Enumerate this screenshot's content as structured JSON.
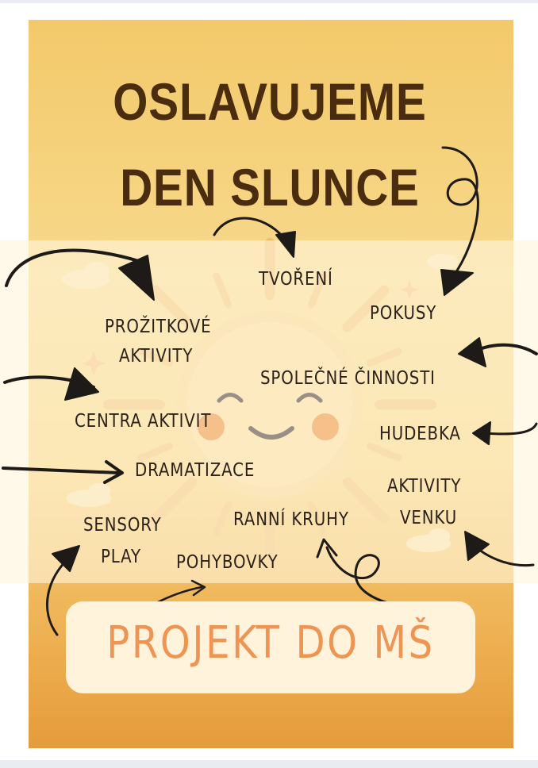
{
  "title": {
    "line1": "OSLAVUJEME",
    "line2": "DEN SLUNCE"
  },
  "labels": {
    "tvoreni": "TVOŘENÍ",
    "prozitkove_1": "PROŽITKOVÉ",
    "prozitkove_2": "AKTIVITY",
    "pokusy": "POKUSY",
    "spolecne": "SPOLEČNÉ ČINNOSTI",
    "centra": "CENTRA AKTIVIT",
    "hudebka": "HUDEBKA",
    "dramatizace": "DRAMATIZACE",
    "venku_1": "AKTIVITY",
    "venku_2": "VENKU",
    "sensory_1": "SENSORY",
    "sensory_2": "PLAY",
    "ranni": "RANNÍ KRUHY",
    "pohybovky": "POHYBOVKY"
  },
  "footer": {
    "label": "PROJEKT DO MŠ"
  },
  "colors": {
    "title": "#4a2c0e",
    "footer_text": "#ef9553",
    "footer_bg": "#fff3dc",
    "sun": "#f2c272"
  }
}
